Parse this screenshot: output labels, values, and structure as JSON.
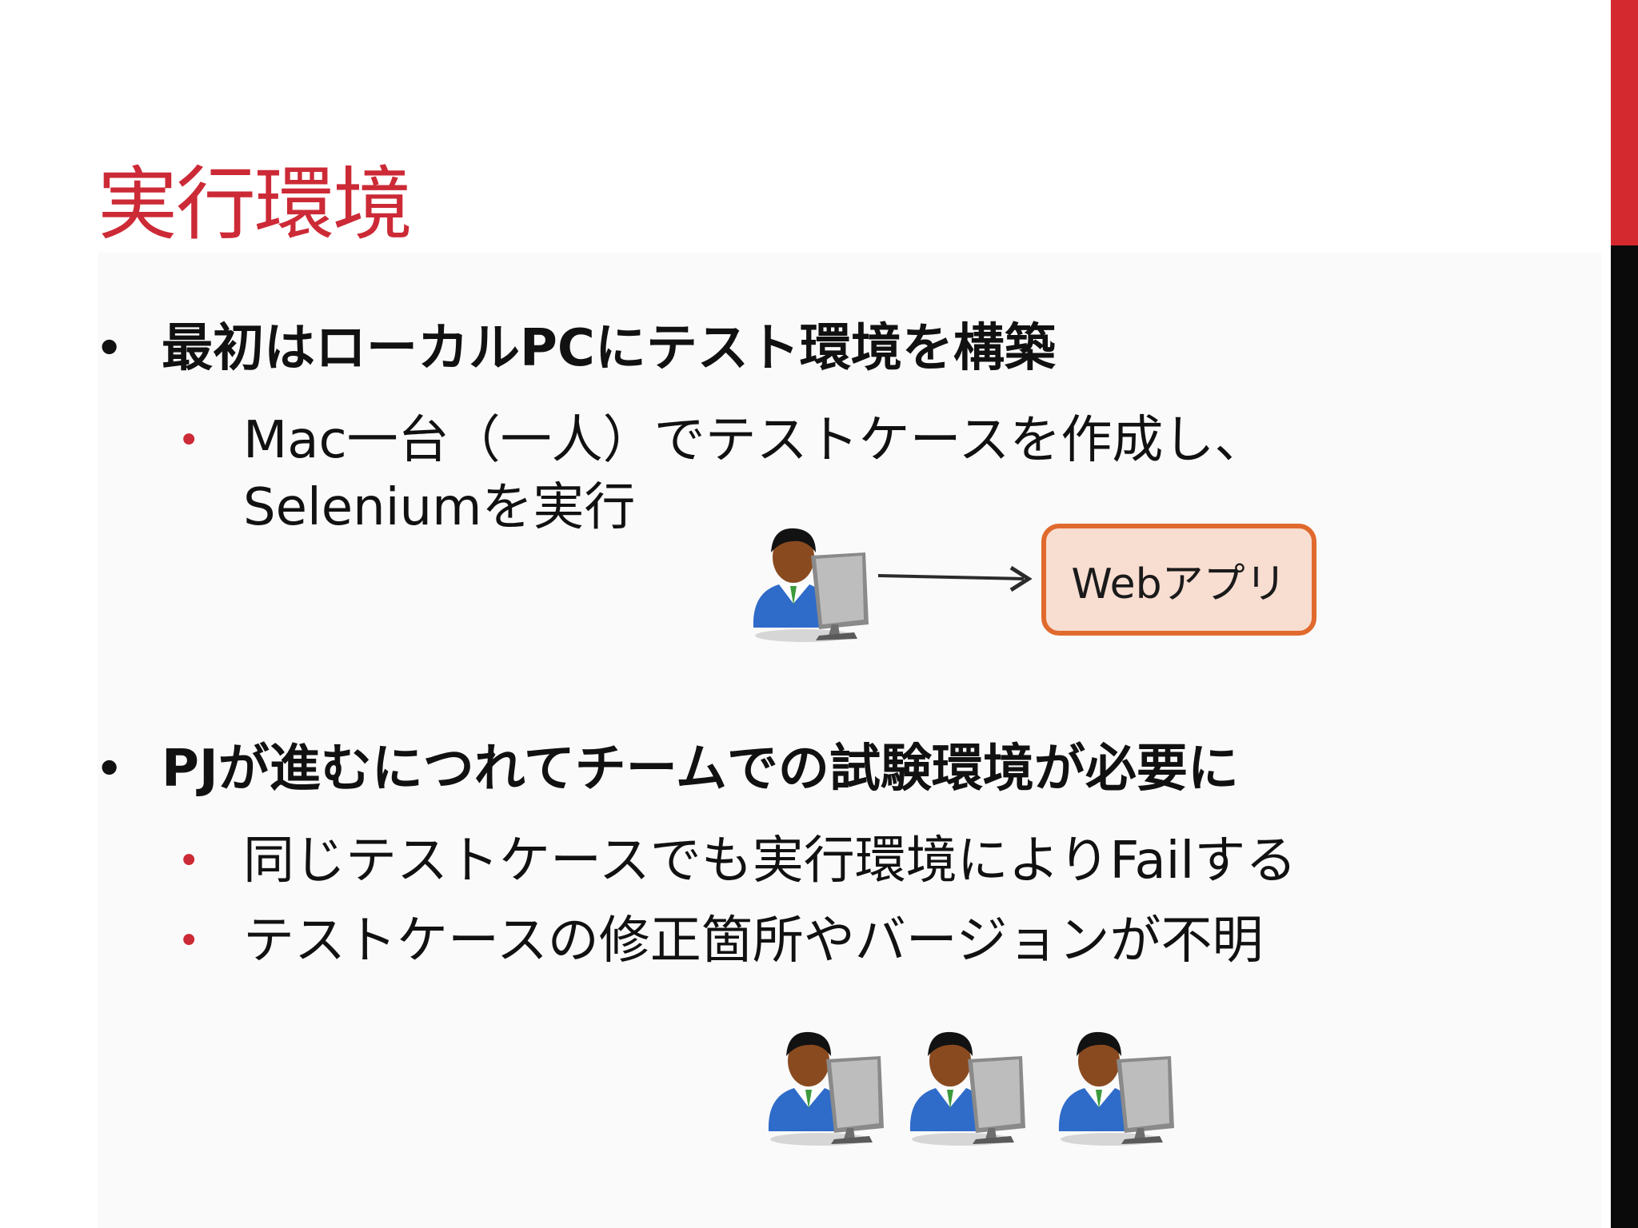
{
  "slide": {
    "title": "実行環境",
    "bullets": [
      {
        "text": "最初はローカルPCにテスト環境を構築",
        "sub": [
          "Mac一台（一人）でテストケースを作成し、",
          "Seleniumを実行"
        ]
      },
      {
        "text": "PJが進むにつれてチームでの試験環境が必要に",
        "sub": [
          "同じテストケースでも実行環境によりFailする",
          "テストケースの修正箇所やバージョンが不明"
        ]
      }
    ],
    "diagram": {
      "webapp_label": "Webアプリ"
    }
  },
  "colors": {
    "accent": "#cc2a36",
    "sidebar_red": "#d42a2f",
    "sidebar_black": "#0a0a0a",
    "bullet_red": "#cc2a36",
    "box_border": "#e06a2e",
    "box_fill": "#f8ddd1"
  },
  "icons": [
    "person-at-computer-icon",
    "arrow-right-icon"
  ]
}
